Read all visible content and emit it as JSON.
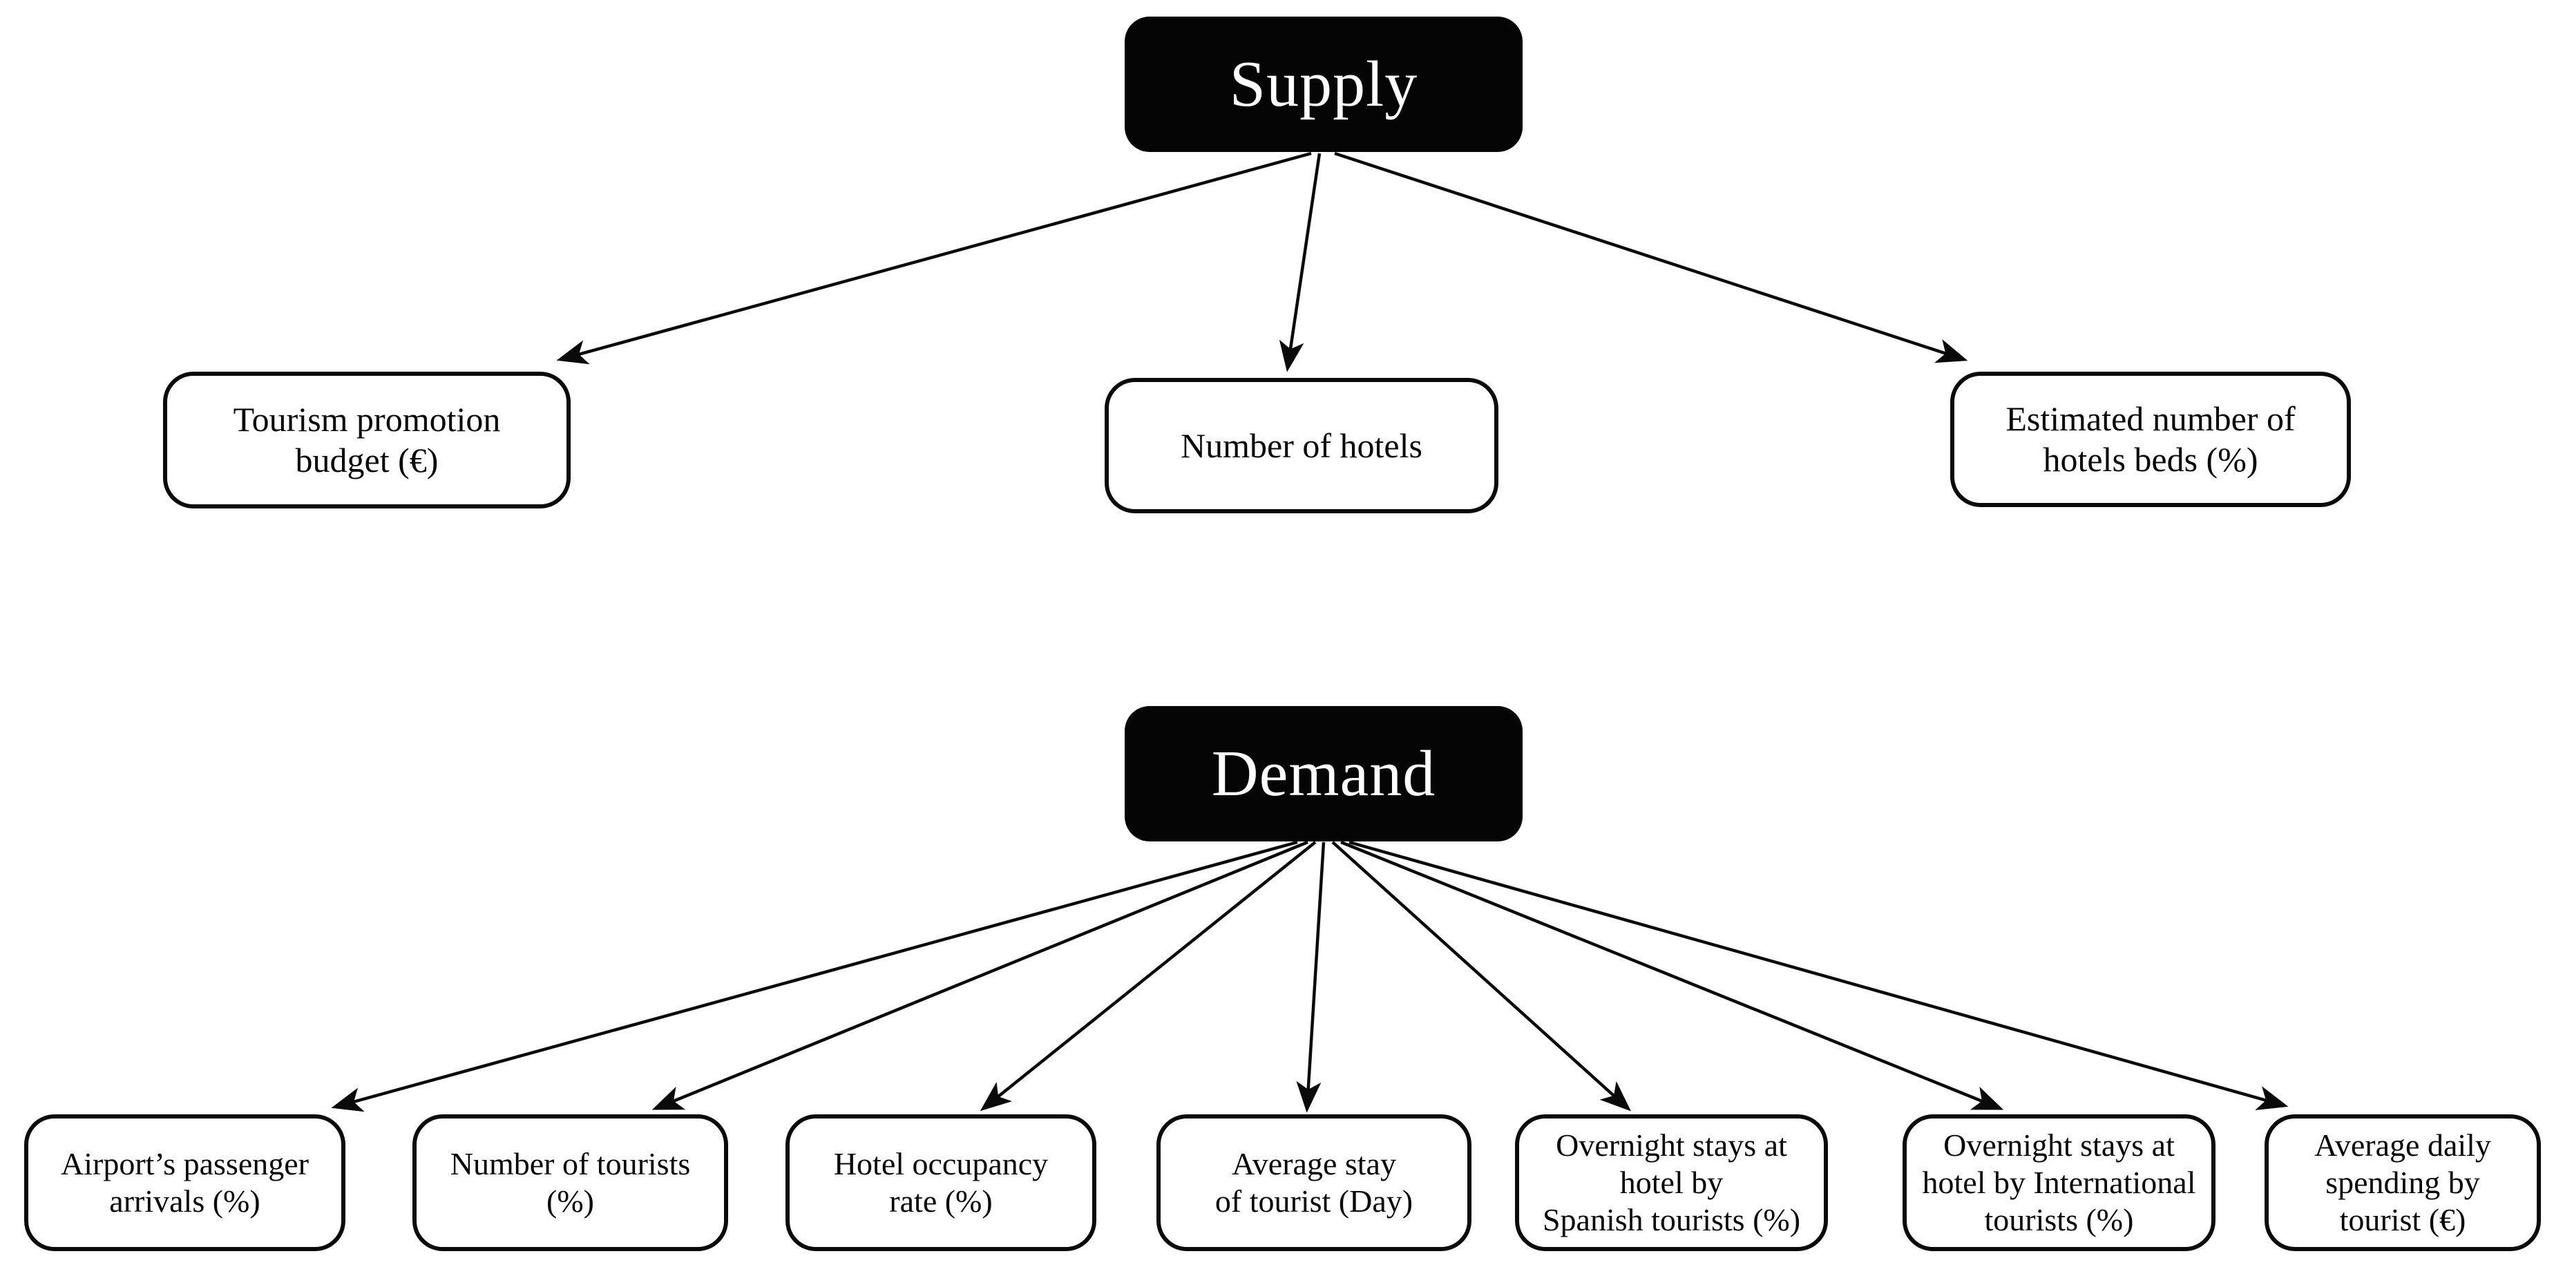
{
  "diagram": {
    "colors": {
      "parent_fill": "#050505",
      "parent_text": "#ffffff",
      "leaf_fill": "#ffffff",
      "leaf_border": "#0a0a0a",
      "arrow": "#0a0a0a",
      "background": "#ffffff"
    },
    "supply": {
      "title": "Supply",
      "children": [
        {
          "label": "Tourism promotion budget (€)",
          "lines": [
            "Tourism promotion",
            "budget (€)"
          ]
        },
        {
          "label": "Number of hotels",
          "lines": [
            "Number of hotels"
          ]
        },
        {
          "label": "Estimated number of hotels beds (%)",
          "lines": [
            "Estimated number of",
            "hotels beds (%)"
          ]
        }
      ]
    },
    "demand": {
      "title": "Demand",
      "children": [
        {
          "label": "Airport’s passenger arrivals (%)",
          "lines": [
            "Airport’s passenger",
            "arrivals (%)"
          ]
        },
        {
          "label": "Number of tourists (%)",
          "lines": [
            "Number of tourists",
            "(%)"
          ]
        },
        {
          "label": "Hotel occupancy rate (%)",
          "lines": [
            "Hotel occupancy",
            "rate (%)"
          ]
        },
        {
          "label": "Average stay of tourist (Day)",
          "lines": [
            "Average stay",
            "of tourist (Day)"
          ]
        },
        {
          "label": "Overnight stays at hotel by Spanish tourists (%)",
          "lines": [
            "Overnight stays at",
            "hotel by",
            "Spanish tourists (%)"
          ]
        },
        {
          "label": "Overnight stays at hotel by International tourists (%)",
          "lines": [
            "Overnight stays at",
            "hotel by International",
            "tourists (%)"
          ]
        },
        {
          "label": "Average daily spending by tourist (€)",
          "lines": [
            "Average daily",
            "spending by",
            "tourist (€)"
          ]
        }
      ]
    }
  }
}
